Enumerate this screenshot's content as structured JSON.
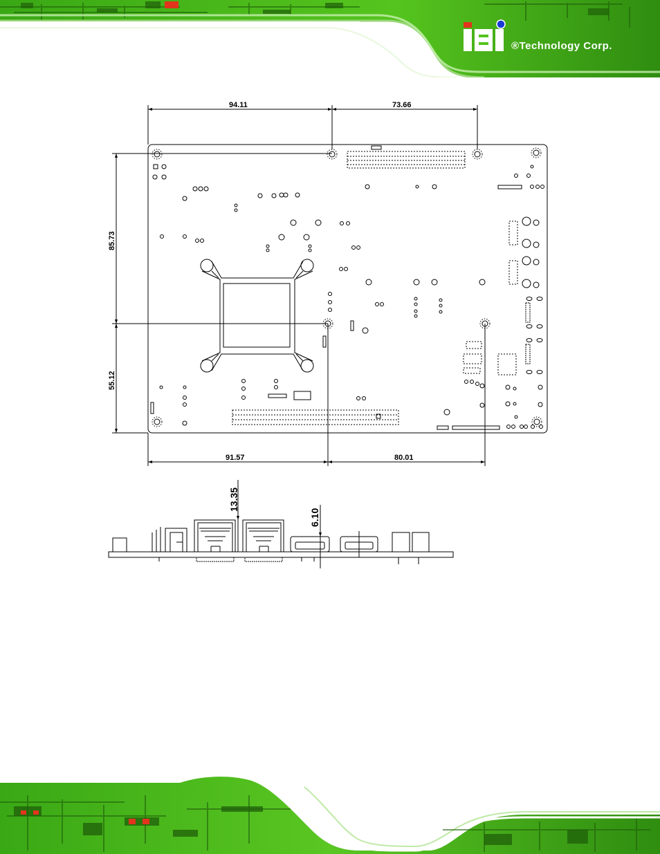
{
  "brand": {
    "logo_text": "®Technology Corp.",
    "colors": {
      "pcb_green": "#4dc21b",
      "pcb_dark": "#1f5f0a",
      "accent_red": "#e3341c",
      "logo_blue": "#1a3ad6"
    }
  },
  "top_view": {
    "dim_top_left": "94.11",
    "dim_top_right": "73.66",
    "dim_left_upper": "85.73",
    "dim_left_lower": "55.12",
    "dim_bottom_left": "91.57",
    "dim_bottom_right": "80.01"
  },
  "side_view": {
    "dim_height": "13.35",
    "dim_hdmi": "6.10"
  }
}
